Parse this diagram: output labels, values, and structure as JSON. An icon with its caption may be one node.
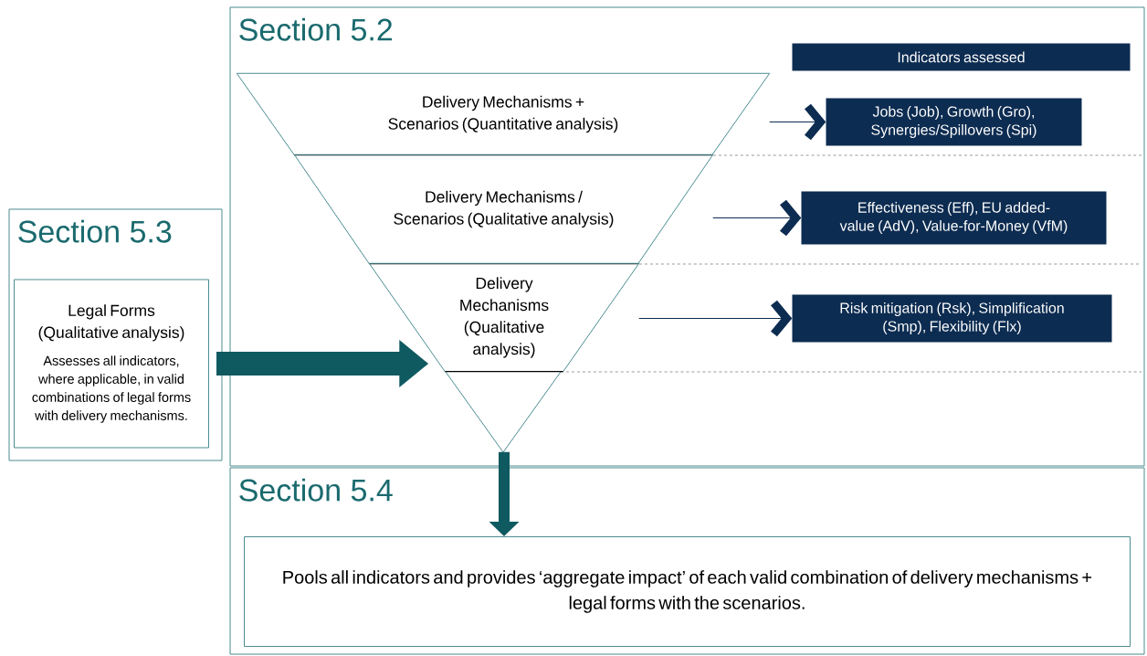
{
  "diagram": {
    "nodes": [
      {
        "text": [
          "Section 5.2"
        ]
      },
      {
        "text": [
          "Delivery Mechanisms + Scenarios (Quantitative analysis)"
        ],
        "in": 0
      },
      {
        "text": [
          "Delivery Mechanisms / Scenarios (Qualitative analysis)"
        ],
        "in": 0
      },
      {
        "text": [
          "Delivery Mechanisms (Qualitative analysis)"
        ],
        "in": 0
      },
      {
        "text": [
          "Indicators assessed"
        ],
        "in": 0
      },
      {
        "text": [
          "Jobs (Job), Growth (Gro), Synergies/Spillovers (Spi)"
        ],
        "in": 0
      },
      {
        "text": [
          "Effectiveness (Eff), EU added-value (AdV), Value-for-Money (VfM)"
        ],
        "in": 0
      },
      {
        "text": [
          "Risk mitigation (Rsk), Simplification (Smp), Flexibility (Flx)"
        ],
        "in": 0
      },
      {
        "text": [
          "Section 5.3"
        ]
      },
      {
        "text": [
          "Legal Forms (Qualitative analysis)",
          "Assesses all indicators, where applicable, in valid combinations of legal forms with delivery mechanisms."
        ],
        "in": 8
      },
      {
        "text": [
          "Section 5.4"
        ]
      },
      {
        "text": [
          "Pools all indicators and provides ‘aggregate impact’ of each valid combination of delivery mechanisms + legal forms with the scenarios."
        ],
        "in": 10
      }
    ],
    "edges": [
      {
        "from": 1,
        "to": 5,
        "arrow": "to"
      },
      {
        "from": 2,
        "to": 6,
        "arrow": "to"
      },
      {
        "from": 3,
        "to": 7,
        "arrow": "to"
      },
      {
        "from": 9,
        "to": 3,
        "arrow": "to",
        "style": "thick",
        "color": "#0e5a60"
      },
      {
        "from": 3,
        "to": 11,
        "arrow": "to",
        "style": "thick",
        "color": "#0e5a60"
      }
    ]
  }
}
